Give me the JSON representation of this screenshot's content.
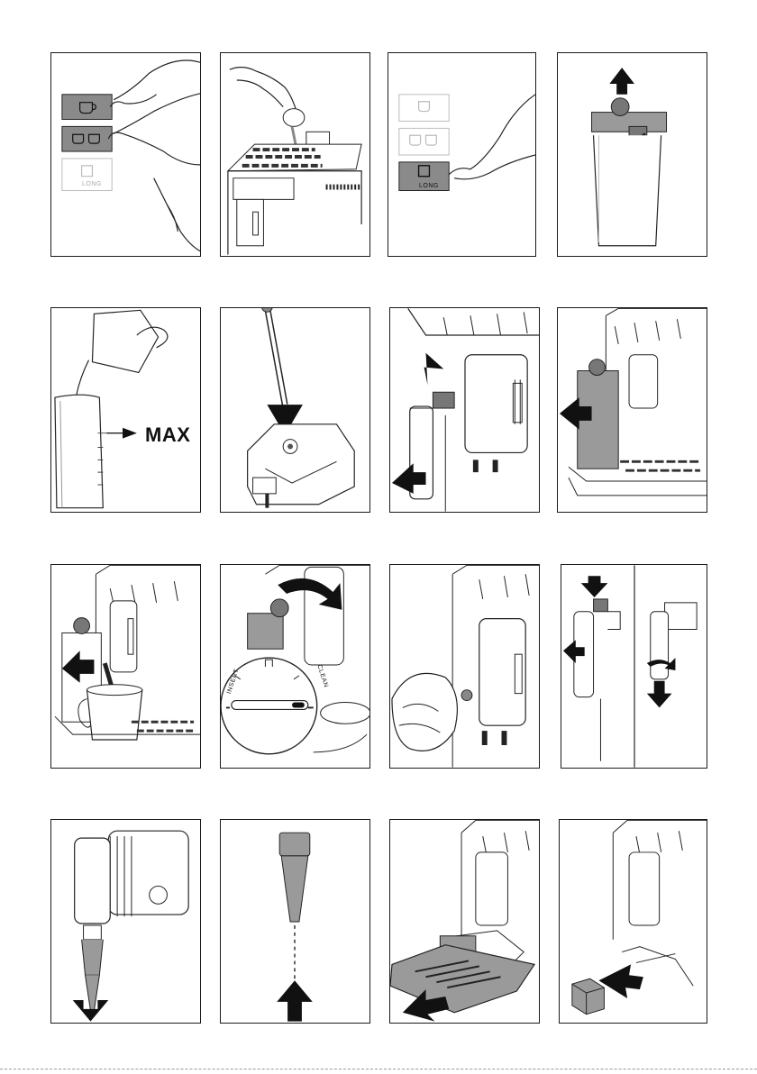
{
  "panels": {
    "p1": {
      "button3_label": "LONG"
    },
    "p3": {
      "button3_label": "LONG"
    },
    "p5": {
      "level_label": "MAX"
    },
    "p10": {
      "dial_left": "INSERT",
      "dial_right": "CLEAN"
    }
  },
  "colors": {
    "line": "#1a1a1a",
    "shade": "#9a9a9a",
    "dark": "#707070",
    "pale": "#c8c8c8"
  }
}
